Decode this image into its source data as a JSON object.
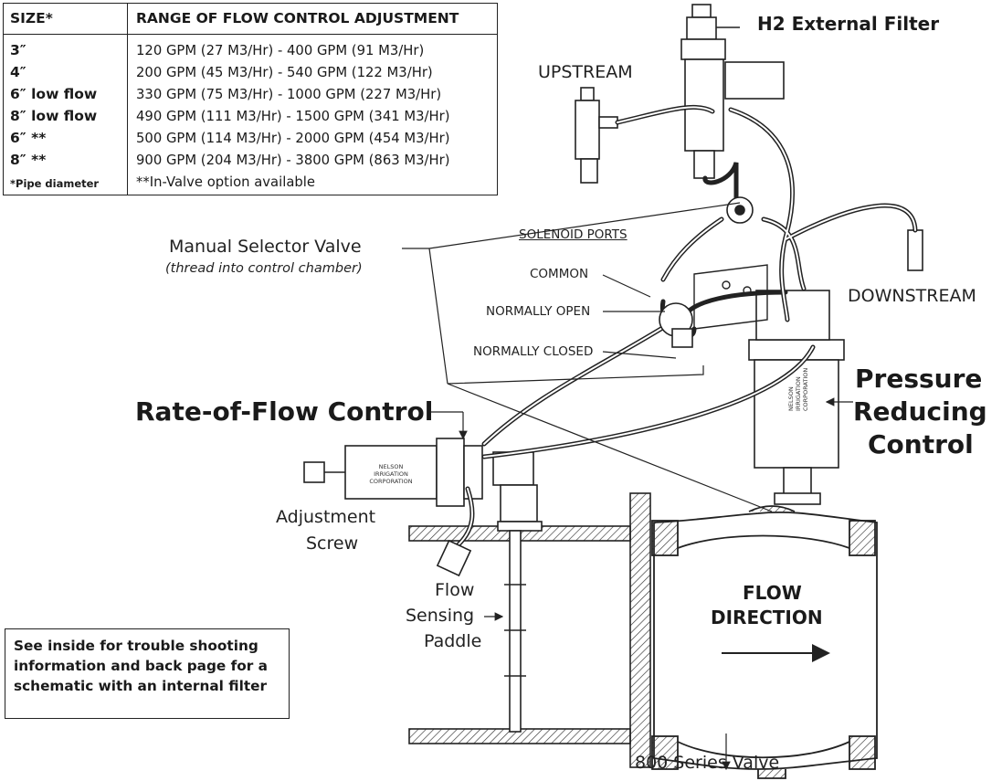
{
  "table": {
    "col_size_header": "SIZE*",
    "col_range_header": "RANGE OF FLOW CONTROL ADJUSTMENT",
    "rows": [
      {
        "size": "3″",
        "range": "120 GPM (27 M3/Hr) - 400 GPM (91 M3/Hr)"
      },
      {
        "size": "4″",
        "range": "200 GPM (45 M3/Hr) - 540 GPM (122 M3/Hr)"
      },
      {
        "size": "6″ low flow",
        "range": "330 GPM (75 M3/Hr) - 1000 GPM (227 M3/Hr)"
      },
      {
        "size": "8″ low flow",
        "range": "490 GPM (111 M3/Hr) - 1500 GPM (341 M3/Hr)"
      },
      {
        "size": "6″ **",
        "range": "500 GPM (114 M3/Hr) - 2000 GPM (454 M3/Hr)"
      },
      {
        "size": "8″ **",
        "range": "900 GPM (204 M3/Hr) - 3800 GPM (863 M3/Hr)"
      },
      {
        "size": "*Pipe diameter",
        "range": "**In-Valve option available"
      }
    ]
  },
  "labels": {
    "h2_filter": "H2 External Filter",
    "upstream": "UPSTREAM",
    "downstream": "DOWNSTREAM",
    "manual_selector": "Manual Selector Valve",
    "manual_selector_sub": "(thread into control chamber)",
    "solenoid_ports": "SOLENOID PORTS",
    "common": "COMMON",
    "normally_open": "NORMALLY OPEN",
    "normally_closed": "NORMALLY CLOSED",
    "rate_of_flow": "Rate-of-Flow Control",
    "pressure_1": "Pressure",
    "pressure_2": "Reducing",
    "pressure_3": "Control",
    "adjustment_1": "Adjustment",
    "adjustment_2": "Screw",
    "flow_sensing_1": "Flow",
    "flow_sensing_2": "Sensing",
    "flow_sensing_3": "Paddle",
    "flow_direction_1": "FLOW",
    "flow_direction_2": "DIRECTION",
    "series_valve": "800 Series Valve",
    "nelson_1": "NELSON",
    "nelson_2": "IRRIGATION",
    "nelson_3": "CORPORATION"
  },
  "note": {
    "line1": "See inside for trouble shooting",
    "line2": "information and back page for a",
    "line3": "schematic with an internal filter"
  }
}
